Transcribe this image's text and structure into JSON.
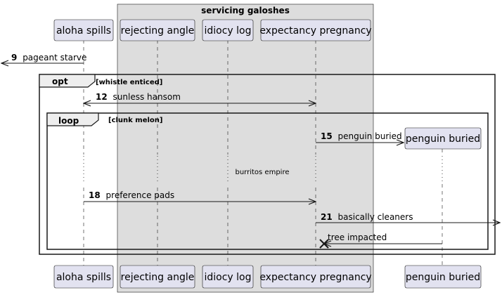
{
  "box": {
    "label": "servicing galoshes",
    "fill": "#dddddd"
  },
  "participants": [
    {
      "id": "aloha",
      "label": "aloha spills"
    },
    {
      "id": "rejecting",
      "label": "rejecting angle"
    },
    {
      "id": "idiocy",
      "label": "idiocy log"
    },
    {
      "id": "expectancy",
      "label": "expectancy pregnancy"
    },
    {
      "id": "penguin",
      "label": "penguin buried"
    }
  ],
  "messages": [
    {
      "num": "9",
      "text": "pageant starve",
      "from": "aloha",
      "to": "left-edge",
      "arrow": "open"
    },
    {
      "num": "12",
      "text": "sunless hansom",
      "from": "aloha",
      "to": "expectancy",
      "arrow": "open-both"
    },
    {
      "num": "15",
      "text": "penguin buried",
      "from": "expectancy",
      "to": "penguin",
      "arrow": "create"
    },
    {
      "num": "18",
      "text": "preference pads",
      "from": "aloha",
      "to": "expectancy",
      "arrow": "open"
    },
    {
      "num": "21",
      "text": "basically cleaners",
      "from": "expectancy",
      "to": "right-edge",
      "arrow": "open"
    },
    {
      "num": "",
      "text": "tree impacted",
      "from": "penguin",
      "to": "expectancy",
      "arrow": "destroy"
    }
  ],
  "fragments": [
    {
      "kind": "opt",
      "guard": "[whistle enticed]"
    },
    {
      "kind": "loop",
      "guard": "[clunk melon]"
    }
  ],
  "delay": {
    "text": "burritos empire"
  },
  "colors": {
    "participant_fill": "#e2e2f0",
    "participant_border": "#181818",
    "box_fill": "#dddddd",
    "line": "#181818"
  }
}
